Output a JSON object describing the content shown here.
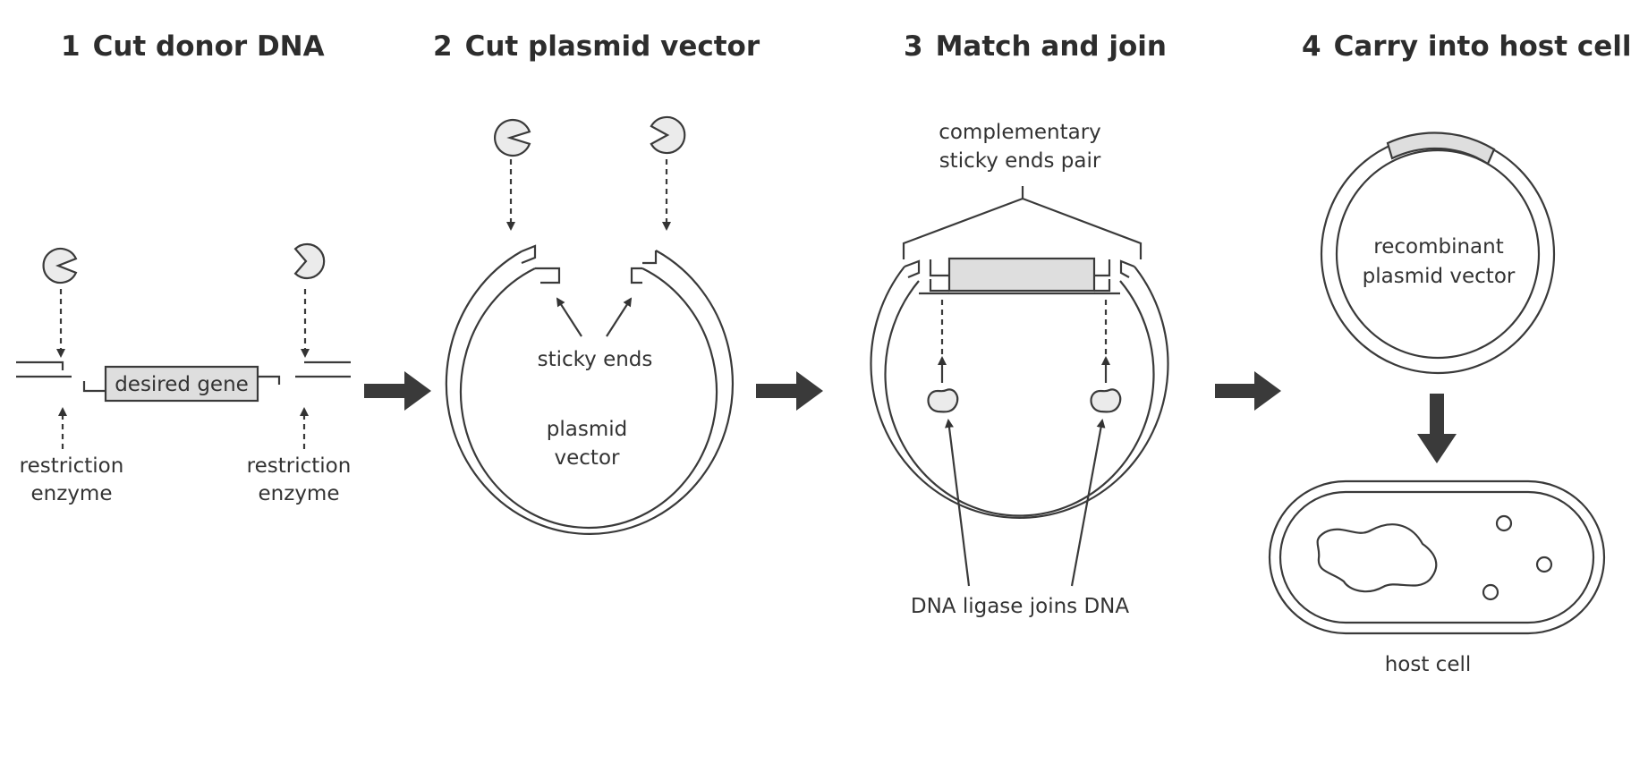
{
  "steps": [
    {
      "number": "1",
      "title": "Cut donor DNA"
    },
    {
      "number": "2",
      "title": "Cut plasmid vector"
    },
    {
      "number": "3",
      "title": "Match and join"
    },
    {
      "number": "4",
      "title": "Carry into host cell"
    }
  ],
  "labels": {
    "desired_gene": "desired gene",
    "restriction_enzyme_line1": "restriction",
    "restriction_enzyme_line2": "enzyme",
    "sticky_ends": "sticky ends",
    "plasmid_vector_line1": "plasmid",
    "plasmid_vector_line2": "vector",
    "complementary_line1": "complementary",
    "complementary_line2": "sticky ends pair",
    "dna_ligase": "DNA ligase joins DNA",
    "recombinant_line1": "recombinant",
    "recombinant_line2": "plasmid vector",
    "host_cell": "host cell"
  },
  "colors": {
    "stroke": "#3a3a3a",
    "gene_fill": "#dedede",
    "enzyme_fill": "#ebebeb",
    "arrow": "#3a3a3a"
  }
}
